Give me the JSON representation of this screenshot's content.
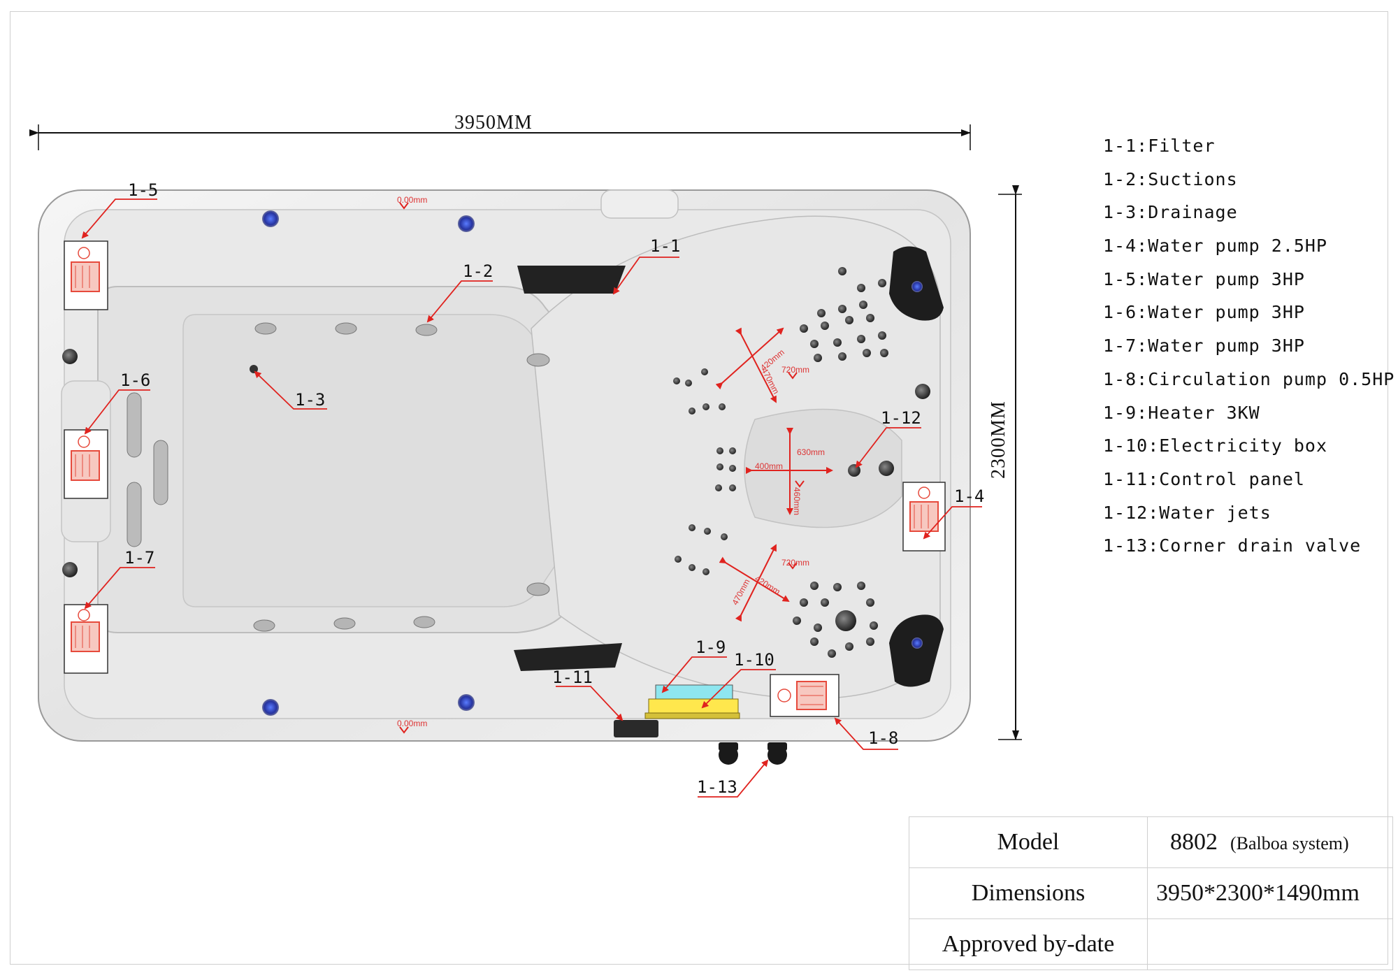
{
  "overall_length": "3950MM",
  "overall_width": "2300MM",
  "callouts": [
    "1-1",
    "1-2",
    "1-3",
    "1-4",
    "1-5",
    "1-6",
    "1-7",
    "1-8",
    "1-9",
    "1-10",
    "1-11",
    "1-12",
    "1-13"
  ],
  "depth_marks": [
    "0.00mm",
    "0.00mm"
  ],
  "seat_dims": {
    "upper": [
      "420mm",
      "470mm",
      "720mm"
    ],
    "middle": [
      "400mm",
      "630mm",
      "460mm"
    ],
    "lower": [
      "720mm",
      "420mm",
      "470mm"
    ]
  },
  "legend": [
    "1-1:Filter",
    "1-2:Suctions",
    "1-3:Drainage",
    "1-4:Water pump 2.5HP",
    "1-5:Water pump 3HP",
    "1-6:Water pump 3HP",
    "1-7:Water pump 3HP",
    "1-8:Circulation pump 0.5HP",
    "1-9:Heater 3KW",
    "1-10:Electricity box",
    "1-11:Control panel",
    "1-12:Water jets",
    "1-13:Corner drain valve"
  ],
  "spec": {
    "model_label": "Model",
    "model_value": "8802",
    "model_note": "(Balboa system)",
    "dimensions_label": "Dimensions",
    "dimensions_value": "3950*2300*1490mm",
    "approved_label": "Approved by-date",
    "approved_value": ""
  },
  "colors": {
    "callout_arrow": "#e0231f",
    "shell": "#ededed",
    "component_box": "#e64a3c"
  }
}
